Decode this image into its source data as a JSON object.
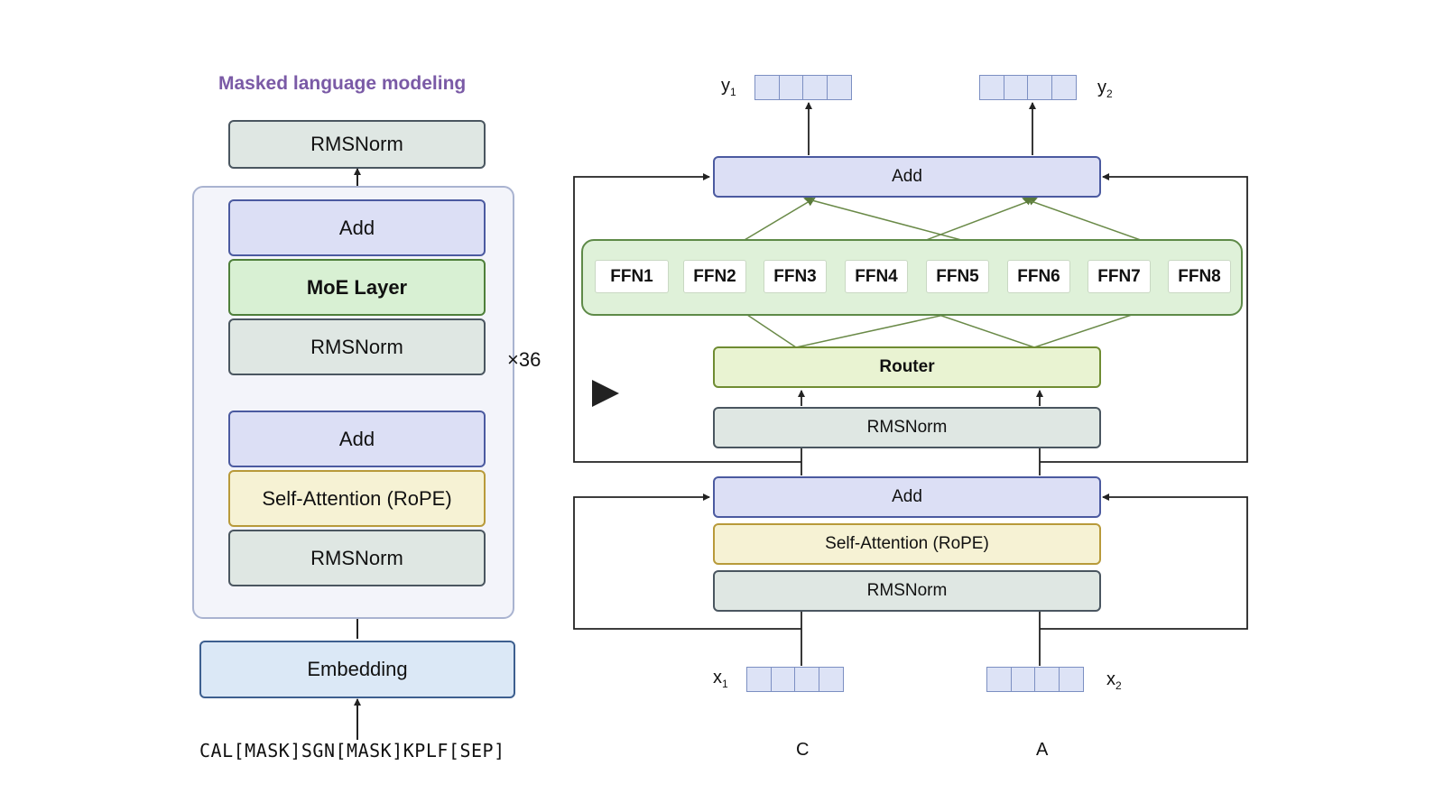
{
  "left": {
    "title": "Masked language modeling",
    "top_norm": "RMSNorm",
    "block": {
      "add_top": "Add",
      "moe": "MoE Layer",
      "norm_mid": "RMSNorm",
      "add_bottom": "Add",
      "attention": "Self-Attention (RoPE)",
      "norm_bottom": "RMSNorm"
    },
    "repeat": "×36",
    "embedding": "Embedding",
    "input_sequence": "CAL[MASK]SGN[MASK]KPLF[SEP]"
  },
  "right": {
    "outputs": [
      {
        "name": "y",
        "sub": "1"
      },
      {
        "name": "y",
        "sub": "2"
      }
    ],
    "add_top": "Add",
    "experts": [
      "FFN1",
      "FFN2",
      "FFN3",
      "FFN4",
      "FFN5",
      "FFN6",
      "FFN7",
      "FFN8"
    ],
    "router": "Router",
    "norm_top": "RMSNorm",
    "add_bottom": "Add",
    "attention": "Self-Attention (RoPE)",
    "norm_bottom": "RMSNorm",
    "inputs": [
      {
        "name": "x",
        "sub": "1",
        "token": "C"
      },
      {
        "name": "x",
        "sub": "2",
        "token": "A"
      }
    ]
  }
}
